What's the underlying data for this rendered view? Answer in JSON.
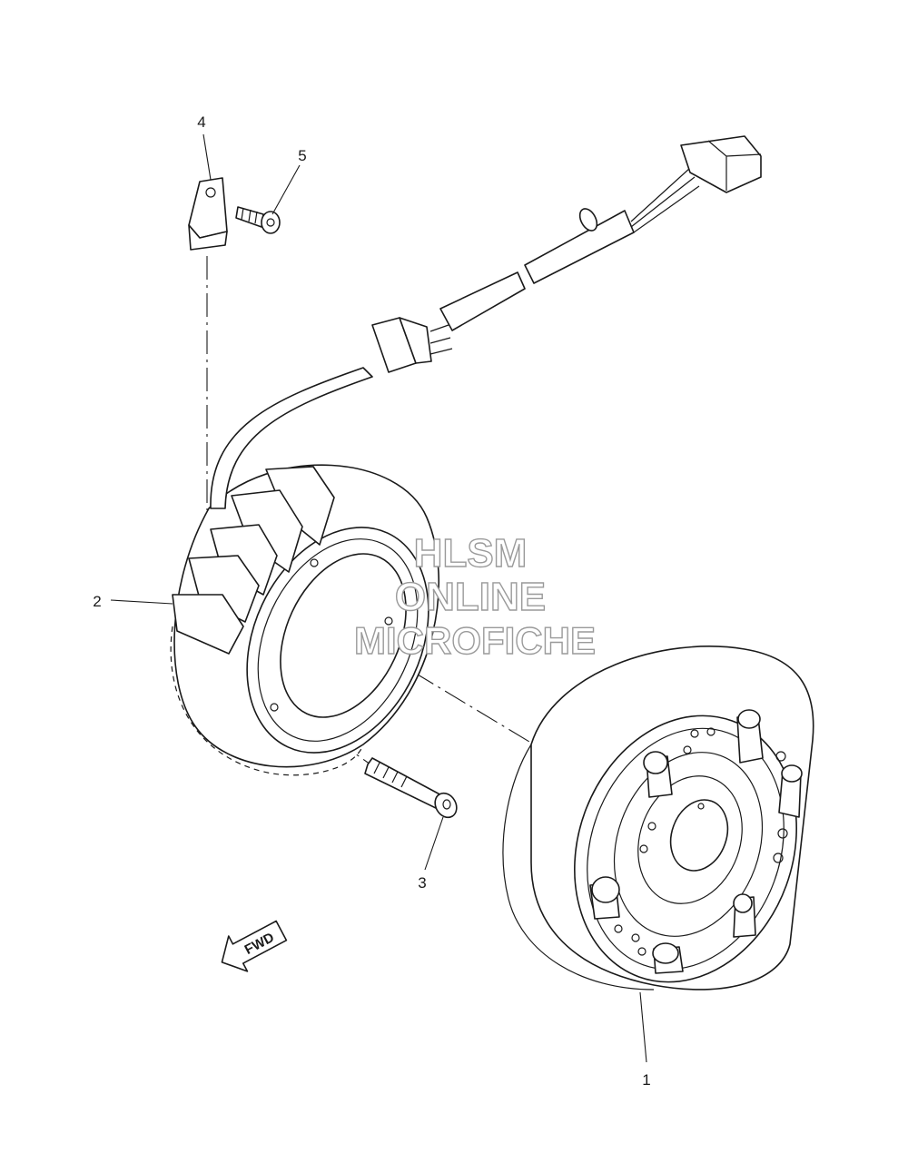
{
  "callouts": {
    "c1": "1",
    "c2": "2",
    "c3": "3",
    "c4": "4",
    "c5": "5"
  },
  "watermark": {
    "line1": "HLSM",
    "line2": "ONLINE",
    "line3": "MICROFICHE"
  },
  "direction_arrow": {
    "label": "FWD"
  },
  "colors": {
    "line": "#1a1a1a",
    "watermark_outline": "#9a9a9a",
    "background": "#ffffff"
  }
}
